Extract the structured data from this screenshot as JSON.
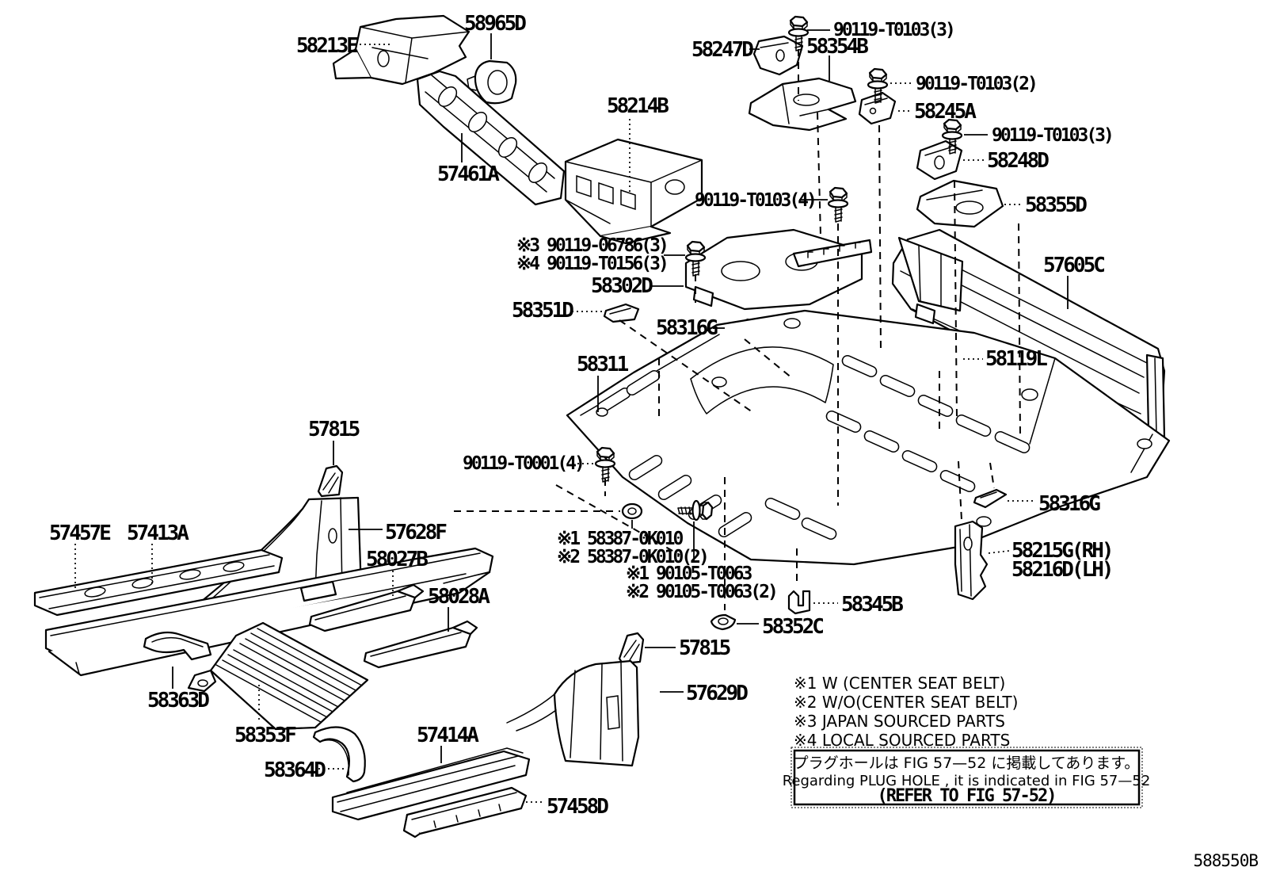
{
  "diagram": {
    "figure_code": "588550B",
    "line_color": "#000000",
    "background": "#ffffff",
    "labels": {
      "p58213E": "58213E",
      "p58965D": "58965D",
      "p58214B": "58214B",
      "p57461A": "57461A",
      "p58247D": "58247D",
      "b_t0103_3a": "90119-T0103(3)",
      "p58354B": "58354B",
      "b_t0103_2": "90119-T0103(2)",
      "p58245A": "58245A",
      "b_t0103_3b": "90119-T0103(3)",
      "p58248D": "58248D",
      "p58355D": "58355D",
      "b_t0103_4": "90119-T0103(4)",
      "p57605C": "57605C",
      "n3_06786": "※3 90119-06786(3)",
      "n4_t0156": "※4 90119-T0156(3)",
      "p58302D": "58302D",
      "p58351D": "58351D",
      "p58316G_a": "58316G",
      "p58119L": "58119L",
      "p58311": "58311",
      "p57815_a": "57815",
      "b_t0001_4": "90119-T0001(4)",
      "p57457E": "57457E",
      "p57413A": "57413A",
      "p57628F": "57628F",
      "p58027B": "58027B",
      "p58028A": "58028A",
      "n1_58387": "※1 58387-0K010",
      "n2_58387": "※2 58387-0K010(2)",
      "n1_90105": "※1 90105-T0063",
      "n2_90105": "※2 90105-T0063(2)",
      "p58316G_b": "58316G",
      "p58215G": "58215G(RH)",
      "p58216D": "58216D(LH)",
      "p58345B": "58345B",
      "p58352C": "58352C",
      "p58363D": "58363D",
      "p58353F": "58353F",
      "p58364D": "58364D",
      "p57414A": "57414A",
      "p57815_b": "57815",
      "p57629D": "57629D",
      "p57458D": "57458D"
    },
    "notes": {
      "n1": "※1 W (CENTER SEAT BELT)",
      "n2": "※2 W/O(CENTER SEAT BELT)",
      "n3": "※3 JAPAN SOURCED PARTS",
      "n4": "※4 LOCAL SOURCED PARTS"
    },
    "plug_hole_note": {
      "jp": "プラグホールは FIG 57—52 に掲載してあります。",
      "en": "Regarding PLUG HOLE , it is indicated in FIG 57—52",
      "refer": "(REFER TO FIG 57-52)"
    }
  }
}
